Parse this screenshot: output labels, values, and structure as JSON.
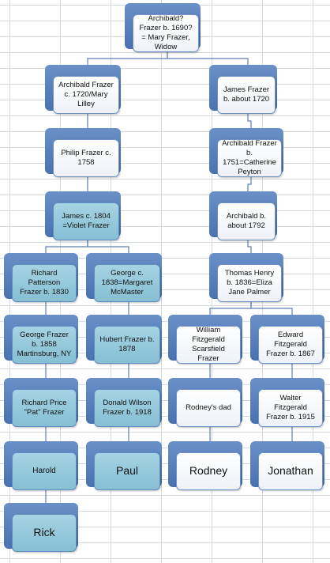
{
  "tree": {
    "nodes": [
      {
        "id": "archibald-1690",
        "text": "Archibald? Frazer b. 1690? = Mary Frazer, Widow",
        "style": "white"
      },
      {
        "id": "archibald-1720",
        "text": "Archibald Frazer c. 1720/Mary Lilley",
        "style": "white"
      },
      {
        "id": "james-1720",
        "text": "James Frazer b. about 1720",
        "style": "white"
      },
      {
        "id": "philip",
        "text": "Philip Frazer c. 1758",
        "style": "white"
      },
      {
        "id": "archibald-1751",
        "text": "Archibald Frazer b. 1751=Catherine Peyton",
        "style": "white"
      },
      {
        "id": "james-1804",
        "text": "James c. 1804 =Violet Frazer",
        "style": "blue"
      },
      {
        "id": "archibald-1792",
        "text": "Archibald b. about 1792",
        "style": "white"
      },
      {
        "id": "richard-patterson",
        "text": "Richard Patterson Frazer b. 1830",
        "style": "blue"
      },
      {
        "id": "george-1838",
        "text": "George c. 1838=Margaret McMaster",
        "style": "blue"
      },
      {
        "id": "thomas-henry",
        "text": "Thomas Henry b. 1836=Eliza Jane Palmer",
        "style": "white"
      },
      {
        "id": "george-1858",
        "text": "George Frazer b. 1858 Martinsburg, NY",
        "style": "blue"
      },
      {
        "id": "hubert",
        "text": "Hubert Frazer b. 1878",
        "style": "blue"
      },
      {
        "id": "william",
        "text": "William Fitzgerald Scarsfield Frazer",
        "style": "white"
      },
      {
        "id": "edward",
        "text": "Edward Fitzgerald Frazer  b. 1867",
        "style": "white"
      },
      {
        "id": "richard-price",
        "text": "Richard Price \"Pat\" Frazer",
        "style": "blue"
      },
      {
        "id": "donald",
        "text": "Donald Wilson Frazer b. 1918",
        "style": "blue"
      },
      {
        "id": "rodneys-dad",
        "text": "Rodney's dad",
        "style": "white"
      },
      {
        "id": "walter",
        "text": "Walter Fitzgerald Frazer b. 1915",
        "style": "white"
      },
      {
        "id": "harold",
        "text": "Harold",
        "style": "blue"
      },
      {
        "id": "paul",
        "text": "Paul",
        "style": "blue"
      },
      {
        "id": "rodney",
        "text": "Rodney",
        "style": "white"
      },
      {
        "id": "jonathan",
        "text": "Jonathan",
        "style": "white"
      },
      {
        "id": "rick",
        "text": "Rick",
        "style": "blue"
      }
    ],
    "edges": [
      [
        "archibald-1690",
        "archibald-1720"
      ],
      [
        "archibald-1690",
        "james-1720"
      ],
      [
        "archibald-1720",
        "philip"
      ],
      [
        "philip",
        "james-1804"
      ],
      [
        "james-1804",
        "richard-patterson"
      ],
      [
        "james-1804",
        "george-1838"
      ],
      [
        "james-1720",
        "archibald-1751"
      ],
      [
        "archibald-1751",
        "archibald-1792"
      ],
      [
        "archibald-1792",
        "thomas-henry"
      ],
      [
        "thomas-henry",
        "william"
      ],
      [
        "thomas-henry",
        "edward"
      ],
      [
        "richard-patterson",
        "george-1858"
      ],
      [
        "george-1858",
        "richard-price"
      ],
      [
        "richard-price",
        "harold"
      ],
      [
        "harold",
        "rick"
      ],
      [
        "george-1838",
        "hubert"
      ],
      [
        "hubert",
        "donald"
      ],
      [
        "donald",
        "paul"
      ],
      [
        "william",
        "rodneys-dad"
      ],
      [
        "rodneys-dad",
        "rodney"
      ],
      [
        "edward",
        "walter"
      ],
      [
        "walter",
        "jonathan"
      ]
    ]
  }
}
